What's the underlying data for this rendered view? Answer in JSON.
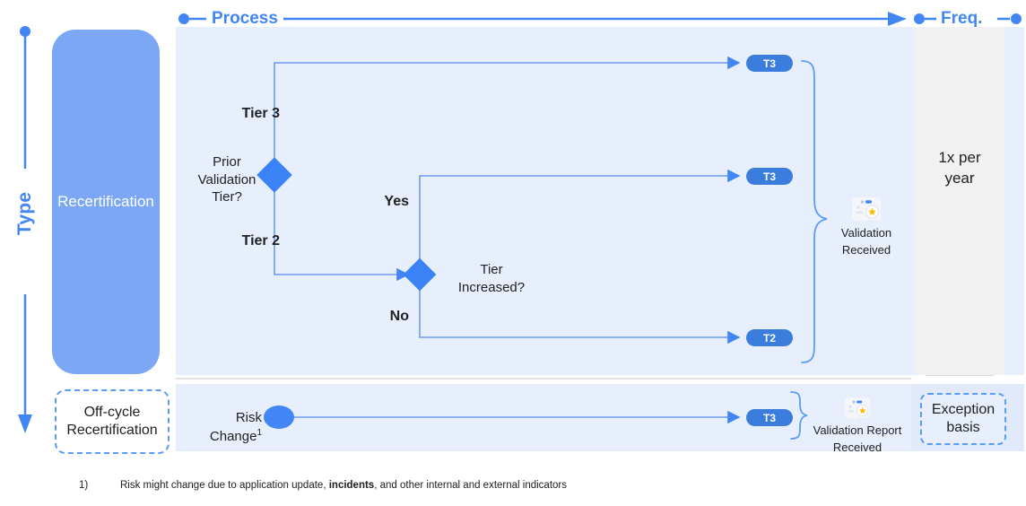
{
  "axes": {
    "vertical": {
      "label": "Type",
      "icon_start": "dot-marker",
      "icon_end": "arrow-down"
    },
    "process": {
      "label": "Process",
      "icon_start": "dot-marker",
      "icon_end": "arrow-right"
    },
    "freq": {
      "label": "Freq.",
      "icon_start": "dot-marker",
      "icon_end": "dot-marker"
    }
  },
  "types": {
    "primary": "Recertification",
    "secondary": "Off-cycle\nRecertification",
    "secondary_line1": "Off-cycle",
    "secondary_line2": "Recertification"
  },
  "frequency": {
    "primary_line1": "1x per",
    "primary_line2": "year",
    "secondary_line1": "Exception",
    "secondary_line2": "basis"
  },
  "flow": {
    "decision1": {
      "name": "Prior Validation Tier?",
      "line1": "Prior",
      "line2": "Validation",
      "line3": "Tier?",
      "shape": "diamond",
      "branch_top": "Tier 3",
      "branch_bottom": "Tier 2"
    },
    "decision2": {
      "name": "Tier Increased?",
      "line1": "Tier",
      "line2": "Increased?",
      "shape": "diamond",
      "branch_top": "Yes",
      "branch_bottom": "No"
    },
    "start_node": {
      "label": "Risk Change",
      "footnote_marker": "1",
      "shape": "ellipse"
    },
    "outcomes": [
      {
        "id": "tier3-direct",
        "pill": "T3"
      },
      {
        "id": "tier3-increased",
        "pill": "T3"
      },
      {
        "id": "tier2-unchanged",
        "pill": "T2"
      },
      {
        "id": "tier3-offcycle",
        "pill": "T3"
      }
    ],
    "endpoints": [
      {
        "id": "validation-received",
        "icon": "award-badge-icon",
        "line1": "Validation",
        "line2": "Received"
      },
      {
        "id": "validation-report-received",
        "icon": "award-badge-icon",
        "line1": "Validation Report",
        "line2": "Received"
      }
    ]
  },
  "footnote": {
    "number": "1)",
    "text_before": "Risk might change due to application update, ",
    "bold": "incidents",
    "text_after": ", and other internal and external indicators"
  },
  "colors": {
    "accent_blue": "#4285F4",
    "light_blue": "#7BA7F5",
    "panel_blue": "#E8EFFC",
    "panel_gray": "#F1F1F1",
    "line_blue": "#6B9BEE",
    "star_yellow": "#FBBC04",
    "text_dark": "#202124"
  }
}
